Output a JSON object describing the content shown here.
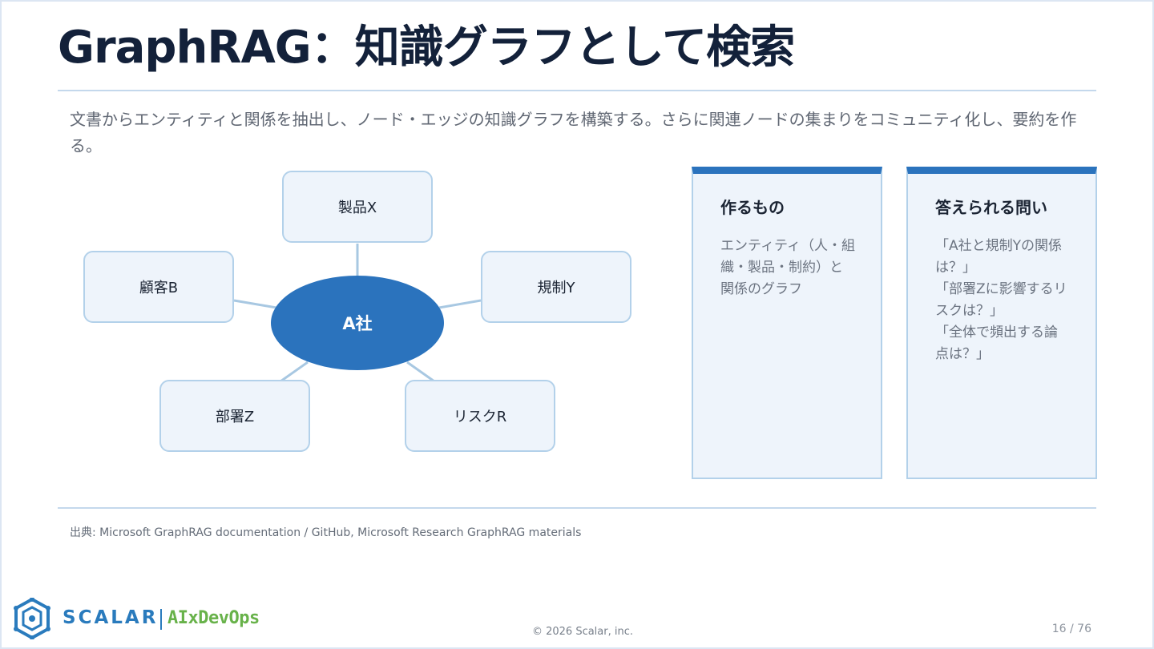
{
  "slide": {
    "title": "GraphRAG：知識グラフとして検索",
    "lead": "文書からエンティティと関係を抽出し、ノード・エッジの知識グラフを構築する。さらに関連ノードの集まりをコミュニティ化し、要約を作る。",
    "source": "出典: Microsoft GraphRAG documentation / GitHub, Microsoft Research GraphRAG materials"
  },
  "graph": {
    "center": "A社",
    "nodes": {
      "product": "製品X",
      "customer": "顧客B",
      "regulation": "規制Y",
      "department": "部署Z",
      "risk": "リスクR"
    }
  },
  "cards": [
    {
      "title": "作るもの",
      "lines": [
        "エンティティ（人・組",
        "織・製品・制約）と",
        "関係のグラフ"
      ]
    },
    {
      "title": "答えられる問い",
      "lines": [
        "「A社と規制Yの関係",
        "は？」",
        "「部署Zに影響するリ",
        "スクは？」",
        "「全体で頻出する論",
        "点は？」"
      ]
    }
  ],
  "footer": {
    "brand": "SCALAR",
    "sub_brand": "AIxDevOps",
    "copyright": "© 2026 Scalar, inc.",
    "page": "16 / 76"
  },
  "colors": {
    "accent": "#2b73bd",
    "node_fill": "#eef4fb",
    "node_border": "#b3d1ea",
    "title": "#13213a",
    "brand_blue": "#2a7bbd",
    "brand_green": "#68b24a"
  }
}
